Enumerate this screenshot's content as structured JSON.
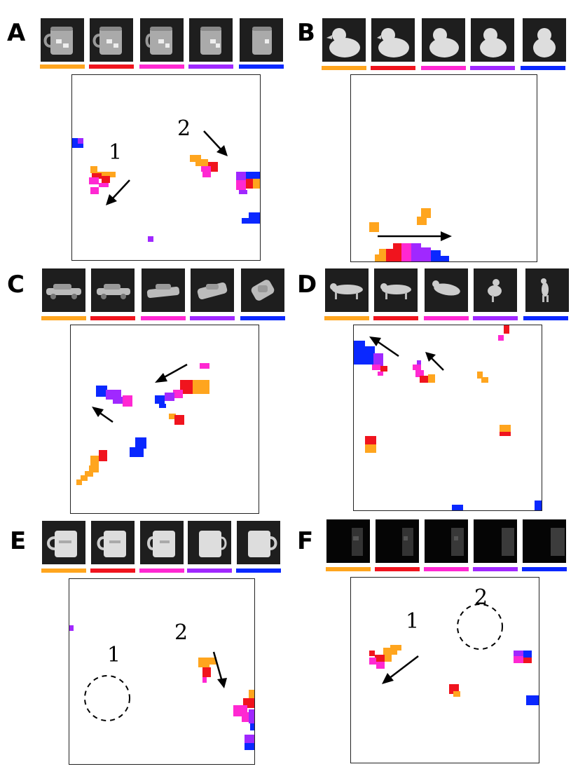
{
  "colors": {
    "orange": "#FFA51E",
    "red": "#F0141E",
    "magenta": "#FF28D2",
    "purple": "#A028FF",
    "blue": "#0A28FF"
  },
  "color_order": [
    "orange",
    "red",
    "magenta",
    "purple",
    "blue"
  ],
  "panels": [
    {
      "label": "A",
      "object": "mug-with-pattern",
      "annotations": [
        "1",
        "2"
      ]
    },
    {
      "label": "B",
      "object": "rubber-duck",
      "annotations": []
    },
    {
      "label": "C",
      "object": "toy-car",
      "annotations": []
    },
    {
      "label": "D",
      "object": "toy-tiger",
      "annotations": []
    },
    {
      "label": "E",
      "object": "mug",
      "annotations": [
        "1",
        "2"
      ]
    },
    {
      "label": "F",
      "object": "mug-dark",
      "annotations": [
        "1",
        "2"
      ]
    }
  ]
}
